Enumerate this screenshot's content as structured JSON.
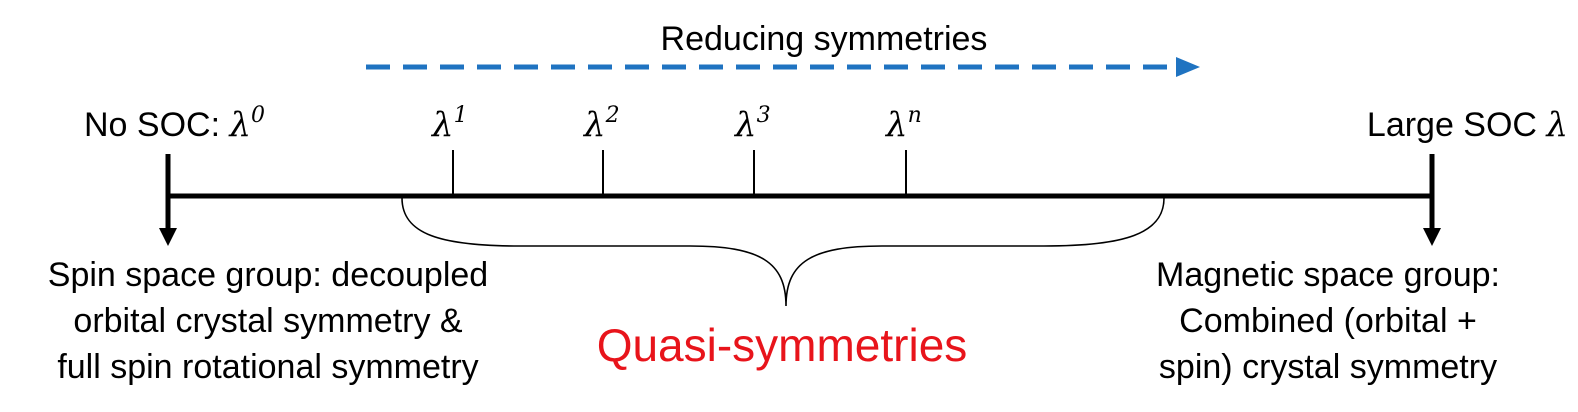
{
  "colors": {
    "axis": "#000000",
    "arrow_dashed": "#1F73C1",
    "quasi_text": "#E8141B",
    "background": "#FFFFFF"
  },
  "header": {
    "reducing_label": "Reducing symmetries"
  },
  "left_end": {
    "prefix": "No SOC: ",
    "symbol": "λ",
    "exponent": "0",
    "description": [
      "Spin space group: decoupled",
      "orbital crystal symmetry &",
      "full spin rotational symmetry"
    ]
  },
  "right_end": {
    "prefix": "Large SOC ",
    "symbol": "λ",
    "description": [
      "Magnetic space group:",
      "Combined (orbital +",
      "spin) crystal symmetry"
    ]
  },
  "ticks": [
    {
      "symbol": "λ",
      "exponent": "1"
    },
    {
      "symbol": "λ",
      "exponent": "2"
    },
    {
      "symbol": "λ",
      "exponent": "3"
    },
    {
      "symbol": "λ",
      "exponent": "n"
    }
  ],
  "brace": {
    "label": "Quasi-symmetries"
  }
}
